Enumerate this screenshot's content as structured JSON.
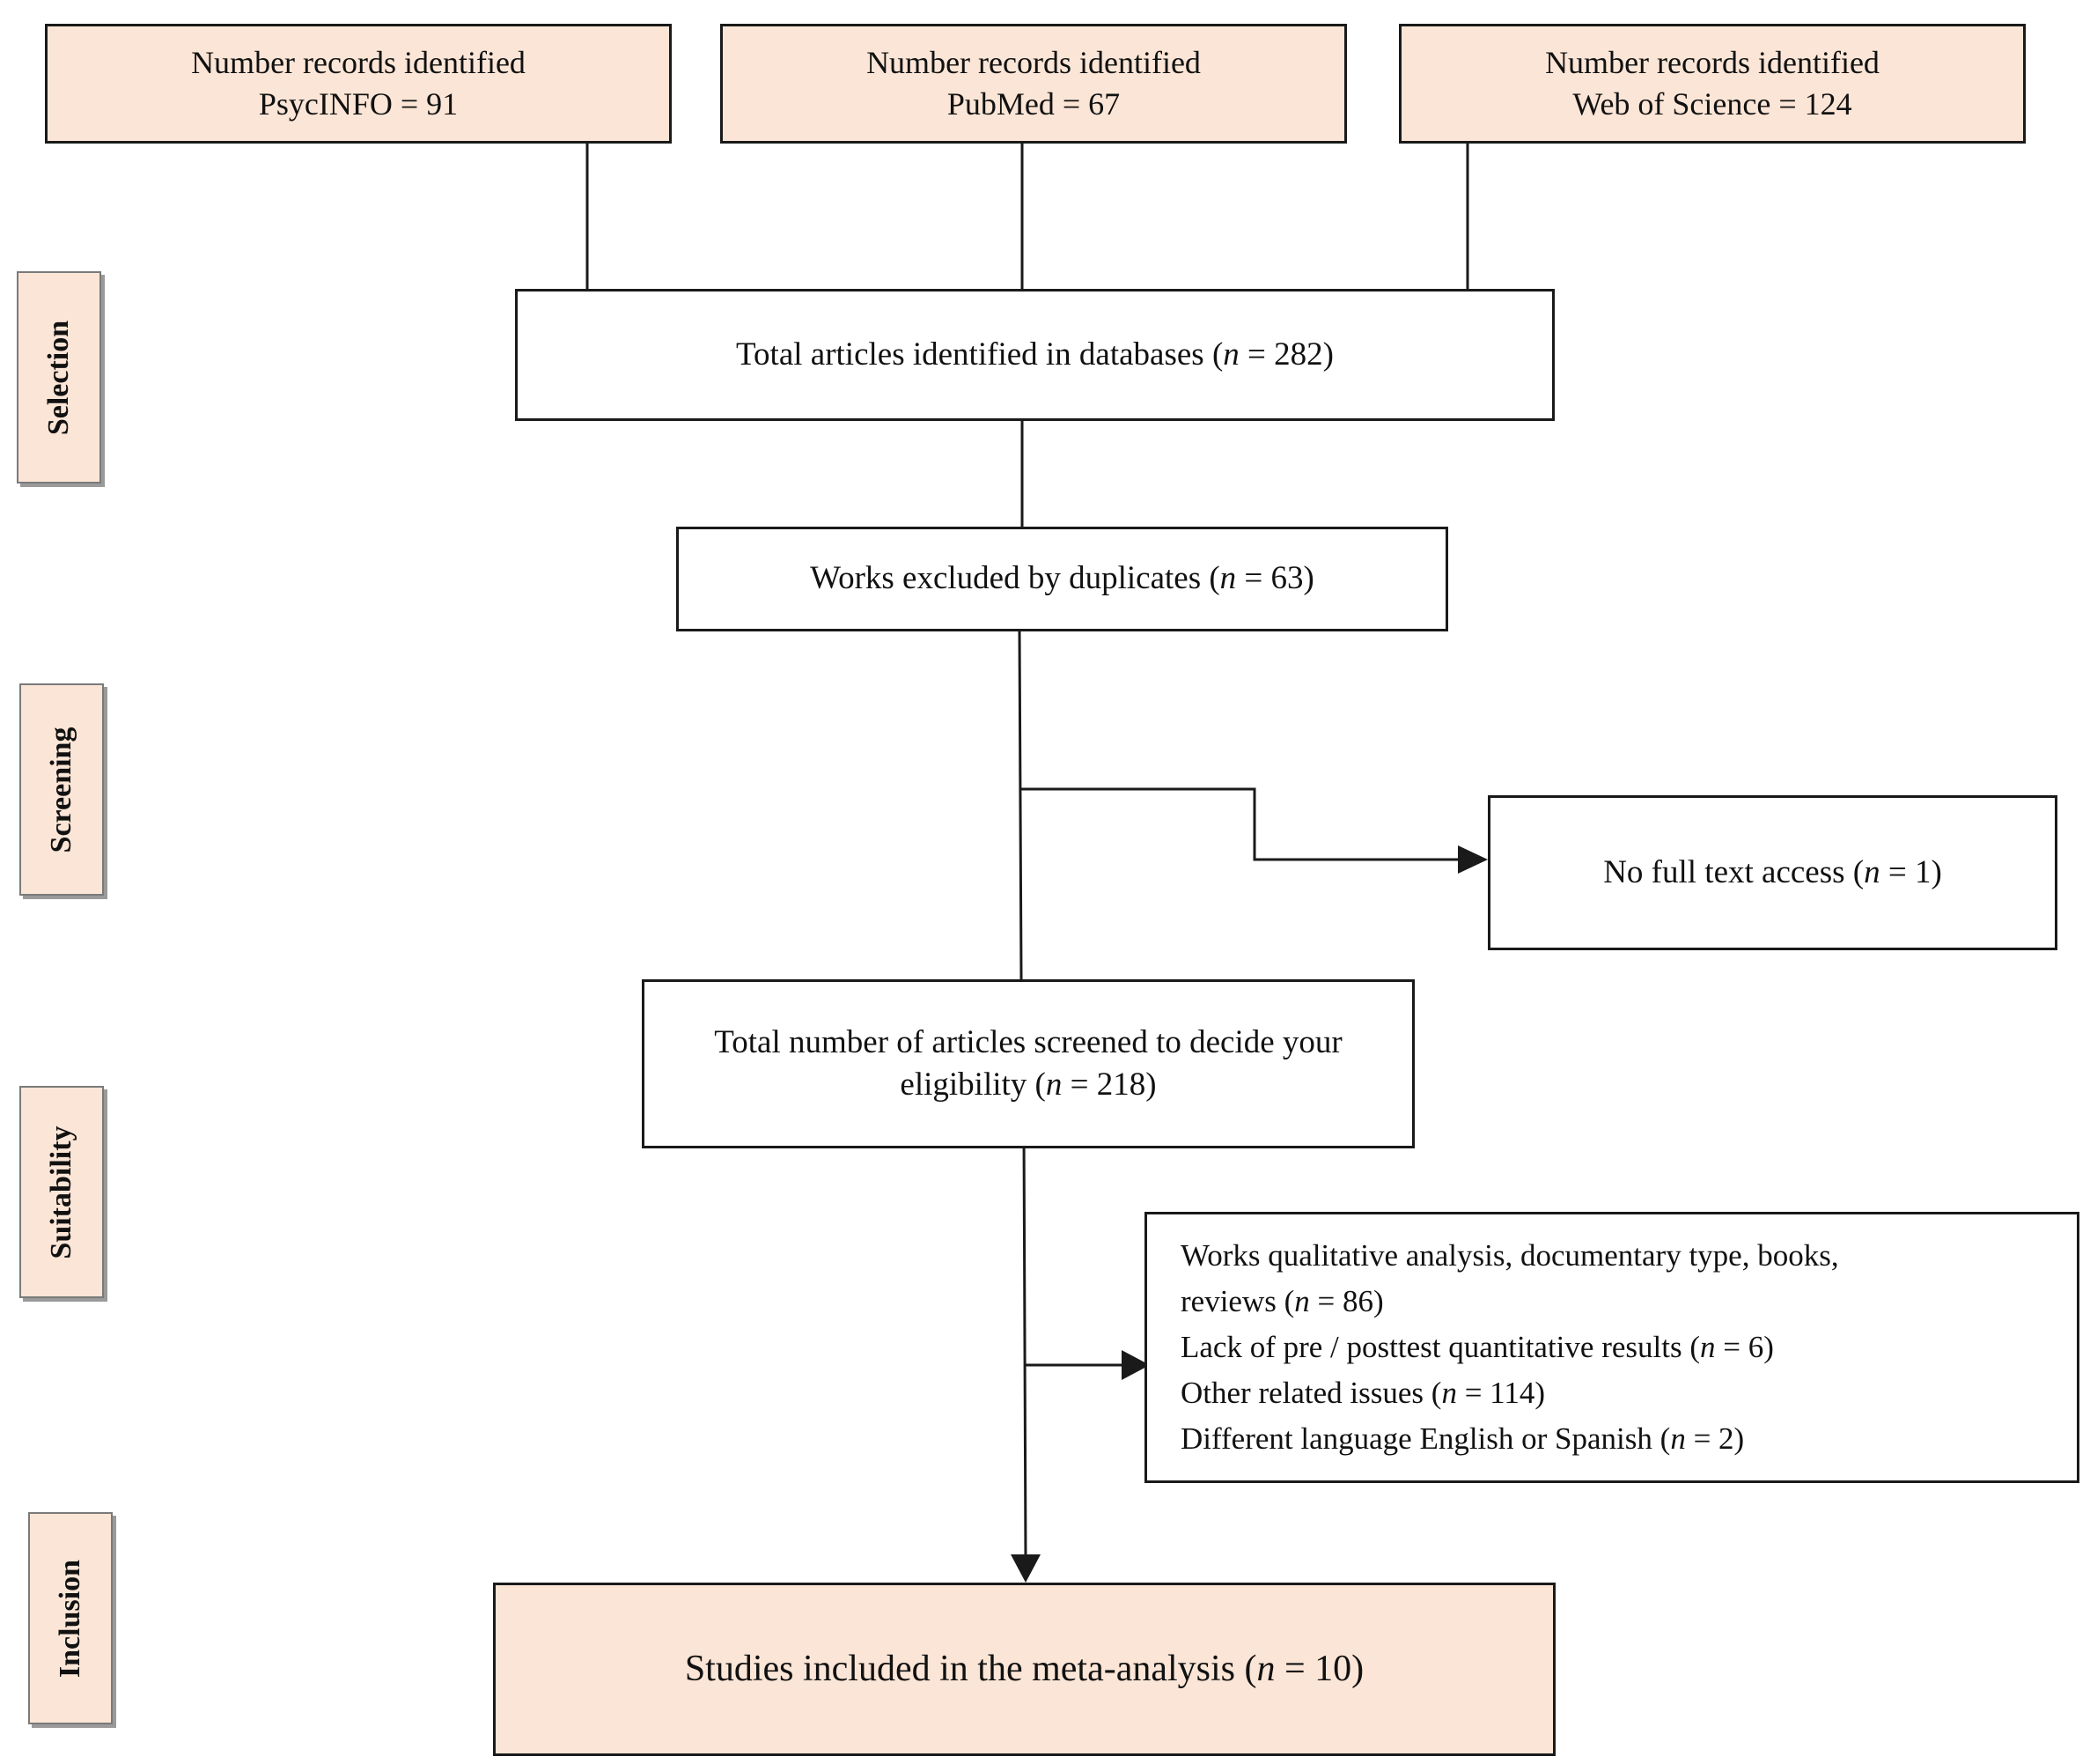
{
  "sources": [
    {
      "line1": "Number records identified",
      "line2": "PsycINFO = 91"
    },
    {
      "line1": "Number records identified",
      "line2": "PubMed = 67"
    },
    {
      "line1": "Number records identified",
      "line2": "Web of Science = 124"
    }
  ],
  "stages": {
    "selection": "Selection",
    "screening": "Screening",
    "suitability": "Suitability",
    "inclusion": "Inclusion"
  },
  "total_identified": {
    "text": "Total articles identified in databases (",
    "n": "n",
    "value": " = 282)"
  },
  "duplicates": {
    "text": "Works excluded by duplicates (",
    "n": "n",
    "value": " = 63)"
  },
  "no_full_text": {
    "text": "No full text access (",
    "n": "n",
    "value": " = 1)"
  },
  "screened": {
    "line1": "Total number of articles screened to decide your",
    "line2": "eligibility (",
    "n": "n",
    "value": " = 218)"
  },
  "exclusions": [
    {
      "text": "Works qualitative analysis, documentary type, books,",
      "n": "",
      "value": ""
    },
    {
      "text": "reviews (",
      "n": "n",
      "value": " = 86)"
    },
    {
      "text": "Lack of pre / posttest quantitative results (",
      "n": "n",
      "value": " = 6)"
    },
    {
      "text": "Other related issues (",
      "n": "n",
      "value": " = 114)"
    },
    {
      "text": "Different language English or Spanish (",
      "n": "n",
      "value": " = 2)"
    }
  ],
  "included": {
    "text": "Studies included in the meta-analysis (",
    "n": "n",
    "value": " = 10)"
  },
  "colors": {
    "box_fill": "#fbe5d6",
    "stroke": "#1a1a1a"
  }
}
